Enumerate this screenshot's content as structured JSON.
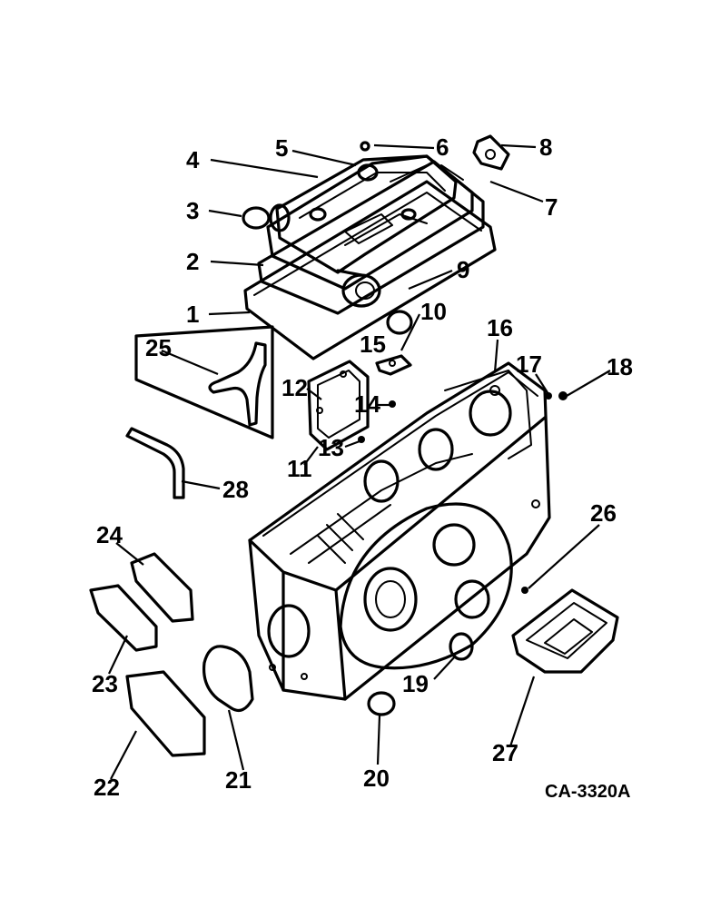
{
  "diagram": {
    "drawing_code": "CA-3320A",
    "callouts": [
      "1",
      "2",
      "3",
      "4",
      "5",
      "6",
      "7",
      "8",
      "9",
      "10",
      "11",
      "12",
      "13",
      "14",
      "15",
      "16",
      "17",
      "18",
      "19",
      "20",
      "21",
      "22",
      "23",
      "24",
      "25",
      "26",
      "27",
      "28"
    ]
  }
}
